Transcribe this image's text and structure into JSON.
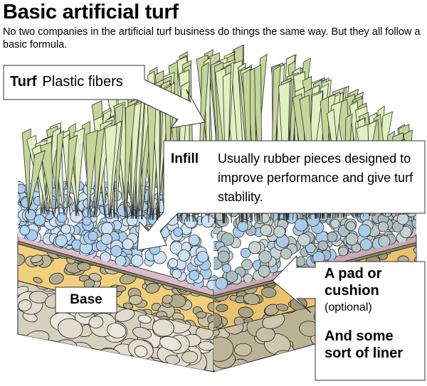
{
  "header": {
    "title": "Basic artificial turf",
    "subtitle": "No two companies in the artificial turf business do things the same way. But they all follow a basic formula."
  },
  "callouts": {
    "turf": {
      "heading": "Turf",
      "text": "Plastic fibers"
    },
    "infill": {
      "heading": "Infill",
      "text": "Usually rubber pieces designed to improve performance and give turf stability."
    },
    "base": {
      "heading": "Base"
    },
    "pad": {
      "heading_line1": "A pad or",
      "heading_line2": "cushion",
      "note": "(optional)",
      "liner_line1": "And some",
      "liner_line2": "sort of liner"
    }
  },
  "layers": [
    "Turf",
    "Infill",
    "A pad or cushion",
    "Liner",
    "Base"
  ],
  "colors": {
    "grass_light": "#e2efc0",
    "grass_dark": "#c6d49a",
    "infill_blue": "#bcd9f2",
    "infill_gray": "#b9c6c6",
    "pad_pink": "#dcbcc8",
    "liner_brown": "#8a8466",
    "gravel_dark": "#bdb597",
    "gravel_sand": "#f2cf7c",
    "base_stone": "#e2ddcf",
    "outline": "#222222"
  }
}
